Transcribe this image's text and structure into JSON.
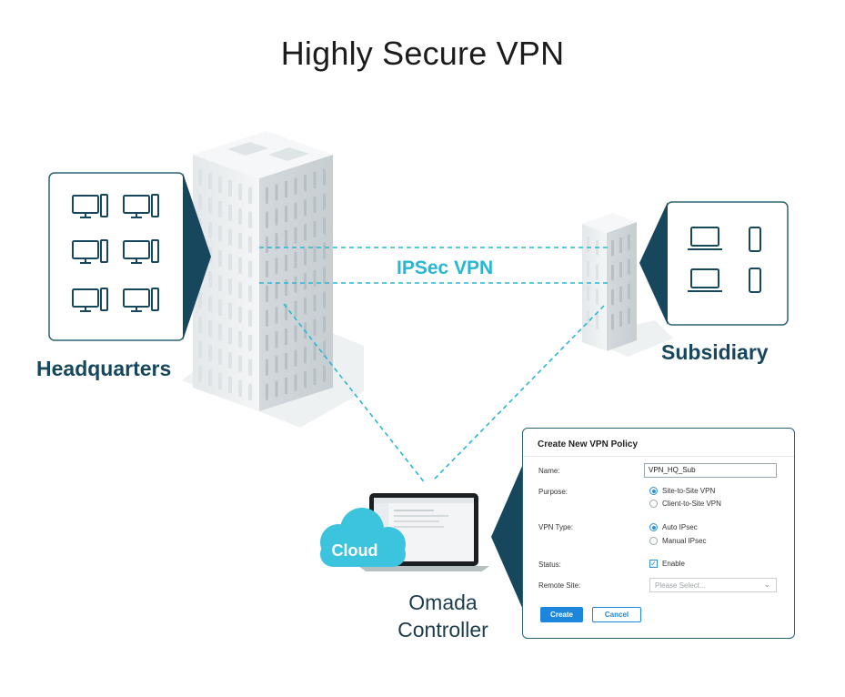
{
  "title": "Highly Secure VPN",
  "labels": {
    "headquarters": "Headquarters",
    "subsidiary": "Subsidiary",
    "tunnel": "IPSec VPN",
    "cloud": "Cloud",
    "controller_line1": "Omada",
    "controller_line2": "Controller"
  },
  "colors": {
    "dark_teal": "#17475c",
    "accent_cyan": "#27b7d3",
    "cloud": "#3cc3dd",
    "button_blue": "#1b86db"
  },
  "icons": {
    "headquarters_box": [
      "desktop-icon",
      "desktop-icon",
      "desktop-icon",
      "desktop-icon",
      "desktop-icon",
      "desktop-icon"
    ],
    "subsidiary_box": [
      "laptop-icon",
      "phone-icon",
      "laptop-icon",
      "phone-icon"
    ]
  },
  "vpn_form": {
    "title": "Create New VPN Policy",
    "name_label": "Name:",
    "name_value": "VPN_HQ_Sub",
    "purpose_label": "Purpose:",
    "purpose_options": [
      "Site-to-Site VPN",
      "Client-to-Site VPN"
    ],
    "purpose_selected": "Site-to-Site VPN",
    "vpn_type_label": "VPN Type:",
    "vpn_type_options": [
      "Auto IPsec",
      "Manual IPsec"
    ],
    "vpn_type_selected": "Auto IPsec",
    "status_label": "Status:",
    "status_option": "Enable",
    "status_checked": true,
    "remote_site_label": "Remote Site:",
    "remote_site_placeholder": "Please Select...",
    "create_button": "Create",
    "cancel_button": "Cancel"
  }
}
